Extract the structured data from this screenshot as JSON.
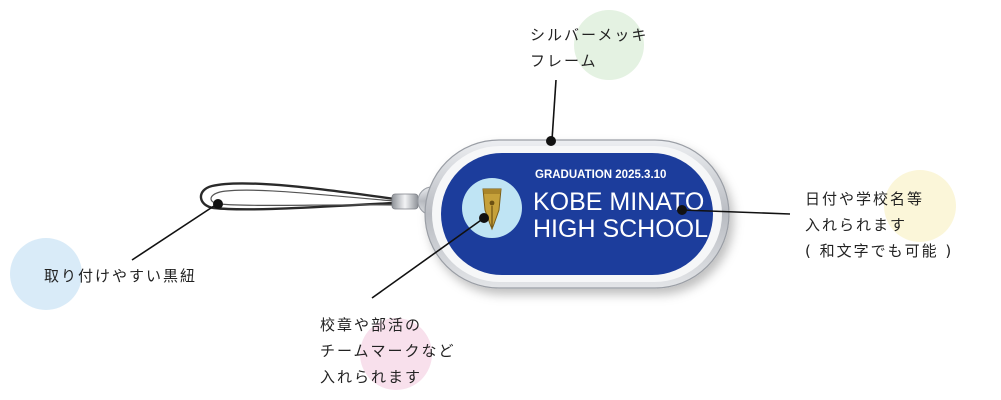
{
  "callouts": {
    "frame": "シルバーメッキ\nフレーム",
    "strap": "取り付けやすい黒紐",
    "emblem": "校章や部活の\nチームマークなど\n入れられます",
    "text": "日付や学校名等\n入れられます\n( 和文字でも可能 )"
  },
  "tag": {
    "line_top": "GRADUATION  2025.3.10",
    "line_1": "KOBE MINATO",
    "line_2": "HIGH SCHOOL"
  },
  "colors": {
    "plate": "#1c3d9c",
    "frame": "#c9ccd1",
    "emblem_bg": "#bfe4f4",
    "pen_nib": "#c6a13a"
  }
}
